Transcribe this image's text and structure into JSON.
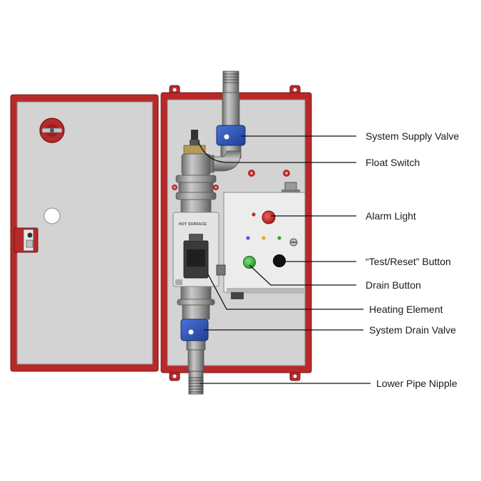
{
  "diagram": {
    "labels": {
      "system_supply_valve": "System Supply Valve",
      "float_switch": "Float Switch",
      "alarm_light": "Alarm Light",
      "test_reset_button": "“Test/Reset” Button",
      "drain_button": "Drain Button",
      "heating_element": "Heating Element",
      "system_drain_valve": "System Drain Valve",
      "lower_pipe_nipple": "Lower Pipe Nipple"
    },
    "decal_text": "HOT SURFACE",
    "colors": {
      "enclosure_red": "#b8292a",
      "panel_gray": "#d3d3d3",
      "valve_blue": "#2f55b8",
      "pipe_gray": "#9a9a9a",
      "control_box": "#ececec",
      "alarm_light_red": "#c8282c",
      "drain_button_green": "#3fbf3f",
      "reset_button_black": "#111111"
    },
    "icons": {
      "door_handle": "round-valve-handle-icon",
      "door_latch": "latch-icon",
      "indicator_leds": [
        "red-led-icon",
        "blue-led-icon",
        "yellow-led-icon",
        "green-led-icon"
      ]
    }
  }
}
